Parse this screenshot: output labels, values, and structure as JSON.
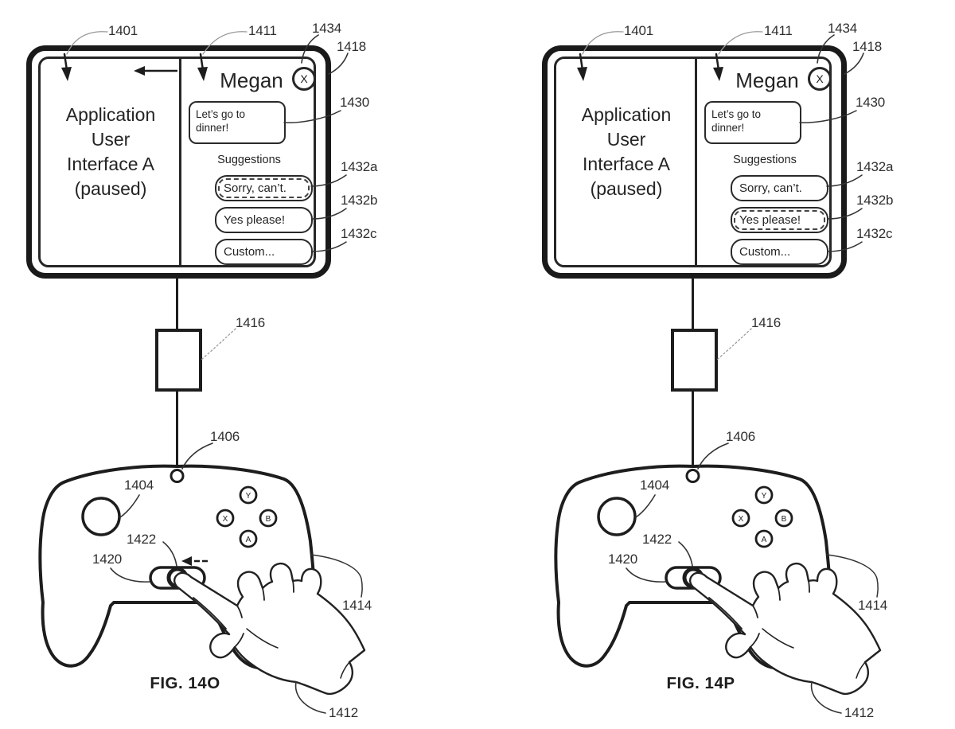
{
  "colors": {
    "ink": "#1d1d1d",
    "leader_light": "#9a9a9a",
    "background": "#ffffff"
  },
  "screen": {
    "app_pane_text": "Application\nUser\nInterface A\n(paused)",
    "chat_title": "Megan",
    "close_button": "X",
    "message_bubble": "Let’s go to\ndinner!",
    "suggestions_title": "Suggestions",
    "suggestions": [
      "Sorry, can’t.",
      "Yes please!",
      "Custom..."
    ]
  },
  "controller": {
    "face_buttons": [
      "Y",
      "X",
      "B",
      "A"
    ]
  },
  "refs": {
    "screen_pane": "1401",
    "chat_pane": "1411",
    "close_control": "1434",
    "display_device": "1418",
    "message": "1430",
    "suggestion_a": "1432a",
    "suggestion_b": "1432b",
    "suggestion_c": "1432c",
    "adapter": "1416",
    "connector_port": "1406",
    "joystick": "1404",
    "slider_thumb": "1422",
    "slider": "1420",
    "controller_body": "1414",
    "hand": "1412"
  },
  "figures": [
    {
      "caption": "FIG. 14O",
      "selected_suggestion": 0
    },
    {
      "caption": "FIG. 14P",
      "selected_suggestion": 1
    }
  ]
}
